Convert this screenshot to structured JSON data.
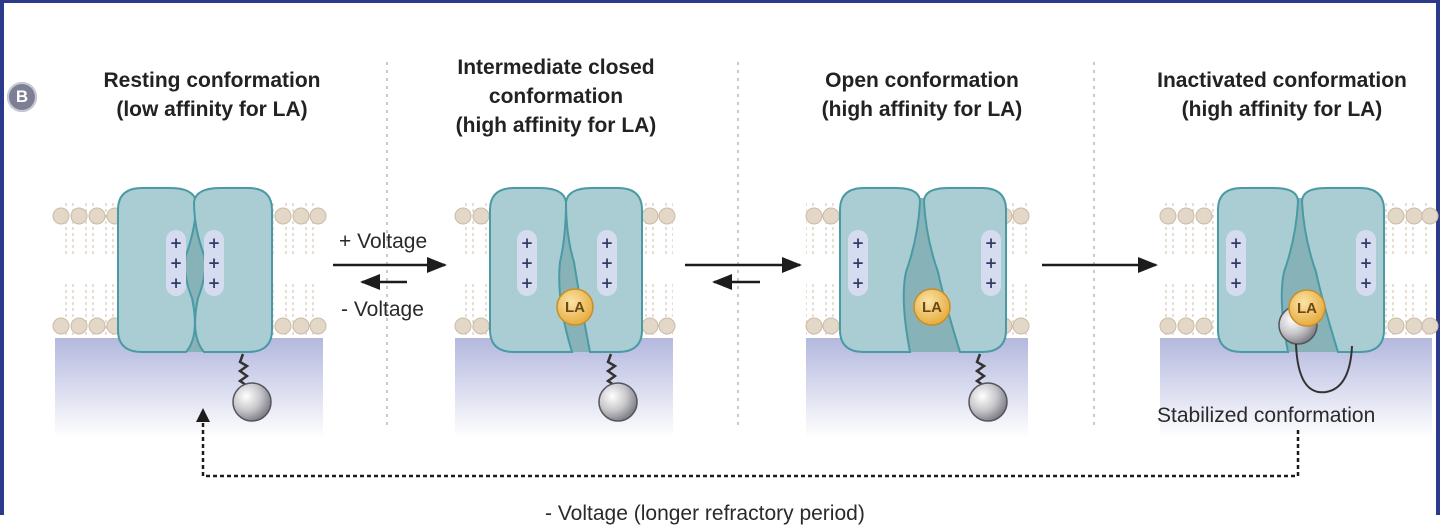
{
  "panel_label": "B",
  "states": [
    {
      "id": "resting",
      "title_lines": [
        "Resting conformation",
        "(low affinity for LA)"
      ]
    },
    {
      "id": "intermediate",
      "title_lines": [
        "Intermediate closed",
        "conformation",
        "(high affinity for LA)"
      ]
    },
    {
      "id": "open",
      "title_lines": [
        "Open conformation",
        "(high affinity for LA)"
      ]
    },
    {
      "id": "inactivated",
      "title_lines": [
        "Inactivated conformation",
        "(high affinity for LA)"
      ]
    }
  ],
  "transitions": {
    "plus_voltage": "+ Voltage",
    "minus_voltage": "- Voltage"
  },
  "drug_label": "LA",
  "gate_charges": "+",
  "stabilized_label": "Stabilized conformation",
  "return_path_label": "- Voltage (longer refractory period)",
  "colors": {
    "channel": "#a9cdd2",
    "channel_outline": "#4a9aa6",
    "channel_dark": "#86b2b8",
    "lipid_head": "#e6dccd",
    "cytoplasm": "#c1c6e2",
    "drug": "#f1c56a",
    "border": "#2d3a8c"
  }
}
